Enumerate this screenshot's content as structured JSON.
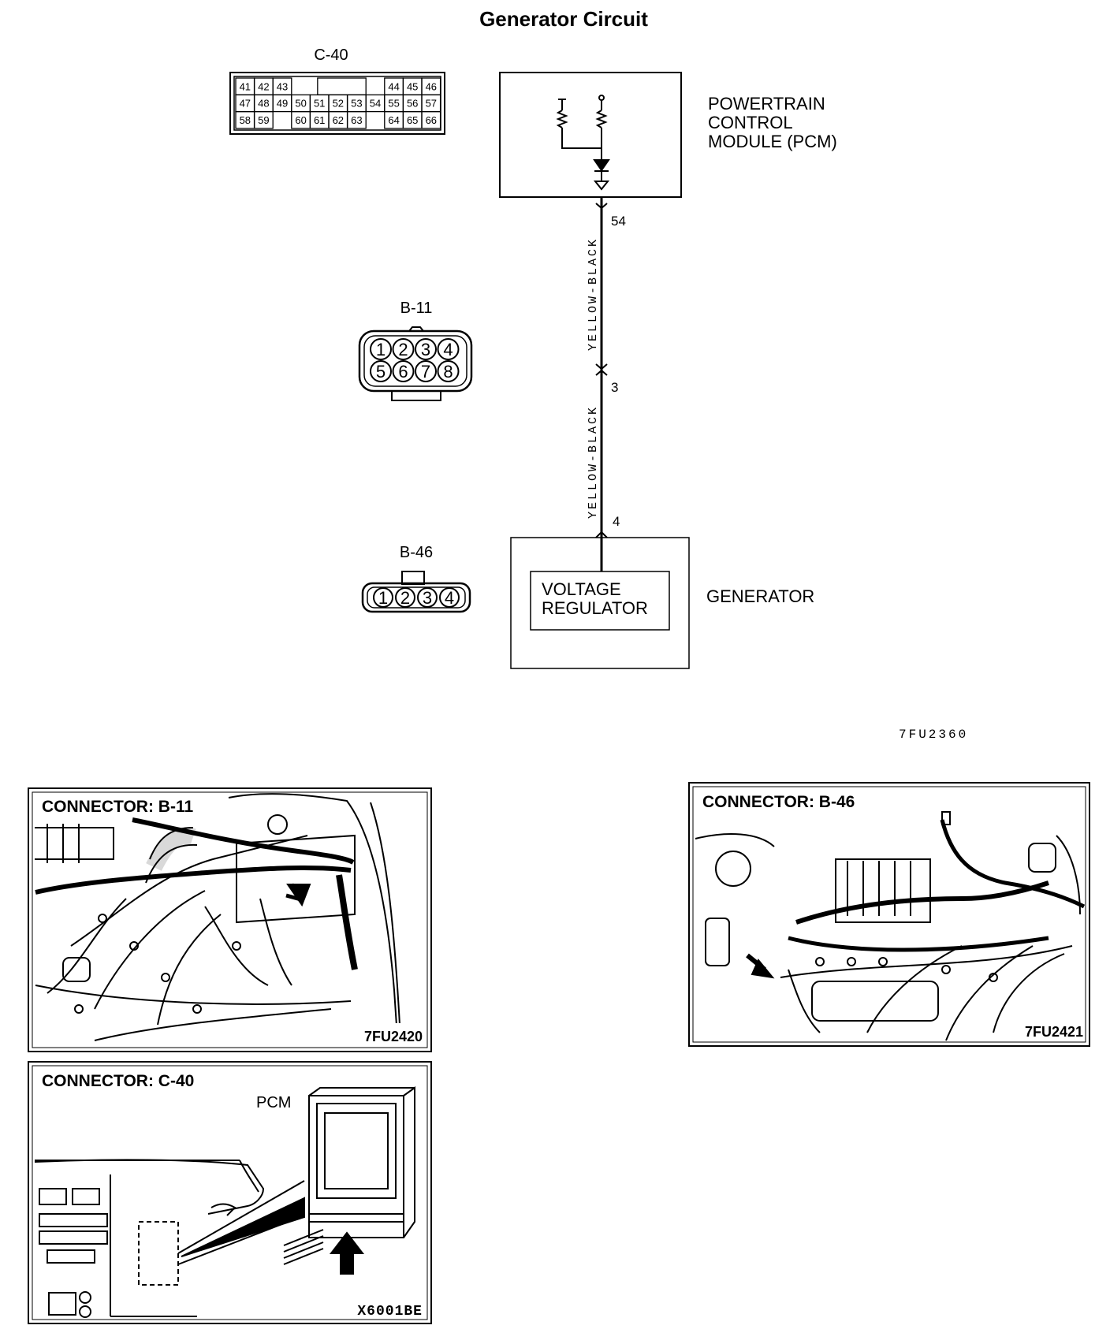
{
  "title": "Generator Circuit",
  "connector_c40": {
    "label": "C-40",
    "row1_left": [
      "41",
      "42",
      "43"
    ],
    "row1_right": [
      "44",
      "45",
      "46"
    ],
    "row2": [
      "47",
      "48",
      "49",
      "50",
      "51",
      "52",
      "53",
      "54",
      "55",
      "56",
      "57"
    ],
    "row3_left": [
      "58",
      "59"
    ],
    "row3_mid": [
      "60",
      "61",
      "62",
      "63"
    ],
    "row3_right": [
      "64",
      "65",
      "66"
    ]
  },
  "connector_b11": {
    "label": "B-11",
    "row1": [
      "1",
      "2",
      "3",
      "4"
    ],
    "row2": [
      "5",
      "6",
      "7",
      "8"
    ]
  },
  "connector_b46": {
    "label": "B-46",
    "pins": [
      "1",
      "2",
      "3",
      "4"
    ]
  },
  "pcm": {
    "label_lines": [
      "POWERTRAIN",
      "CONTROL",
      "MODULE (PCM)"
    ]
  },
  "wires": {
    "upper_color": "YELLOW-BLACK",
    "lower_color": "YELLOW-BLACK",
    "pin_pcm": "54",
    "pin_b11": "3",
    "pin_generator": "4"
  },
  "generator": {
    "label": "GENERATOR",
    "regulator_lines": [
      "VOLTAGE",
      "REGULATOR"
    ]
  },
  "diagram_code": "7FU2360",
  "panels": {
    "b11": {
      "label": "CONNECTOR: B-11",
      "code": "7FU2420"
    },
    "b46": {
      "label": "CONNECTOR: B-46",
      "code": "7FU2421"
    },
    "c40": {
      "label": "CONNECTOR: C-40",
      "code": "X6001BE",
      "pcm_label": "PCM"
    }
  }
}
